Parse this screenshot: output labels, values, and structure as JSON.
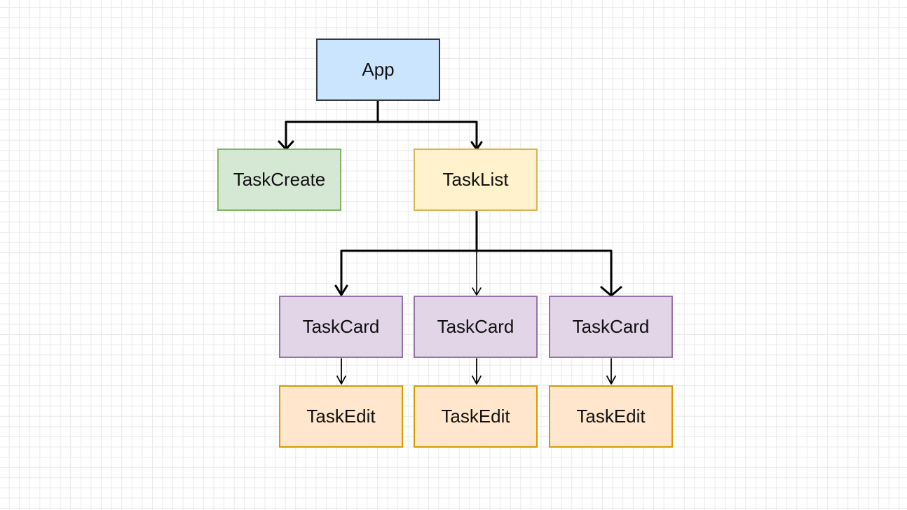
{
  "nodes": {
    "app": {
      "label": "App",
      "fill": "#cce5ff",
      "stroke": "#36393d"
    },
    "taskcreate": {
      "label": "TaskCreate",
      "fill": "#d5e8d4",
      "stroke": "#82b366"
    },
    "tasklist": {
      "label": "TaskList",
      "fill": "#fff2cc",
      "stroke": "#d6b656"
    },
    "card1": {
      "label": "TaskCard",
      "fill": "#e1d5e7",
      "stroke": "#9673a6"
    },
    "card2": {
      "label": "TaskCard",
      "fill": "#e1d5e7",
      "stroke": "#9673a6"
    },
    "card3": {
      "label": "TaskCard",
      "fill": "#e1d5e7",
      "stroke": "#9673a6"
    },
    "edit1": {
      "label": "TaskEdit",
      "fill": "#ffe6cc",
      "stroke": "#d79b00"
    },
    "edit2": {
      "label": "TaskEdit",
      "fill": "#ffe6cc",
      "stroke": "#d79b00"
    },
    "edit3": {
      "label": "TaskEdit",
      "fill": "#ffe6cc",
      "stroke": "#d79b00"
    }
  },
  "edges": [
    {
      "from": "app",
      "to": "taskcreate"
    },
    {
      "from": "app",
      "to": "tasklist"
    },
    {
      "from": "tasklist",
      "to": "card1"
    },
    {
      "from": "tasklist",
      "to": "card2"
    },
    {
      "from": "tasklist",
      "to": "card3"
    },
    {
      "from": "card1",
      "to": "edit1"
    },
    {
      "from": "card2",
      "to": "edit2"
    },
    {
      "from": "card3",
      "to": "edit3"
    }
  ],
  "edge_color": "#000000"
}
